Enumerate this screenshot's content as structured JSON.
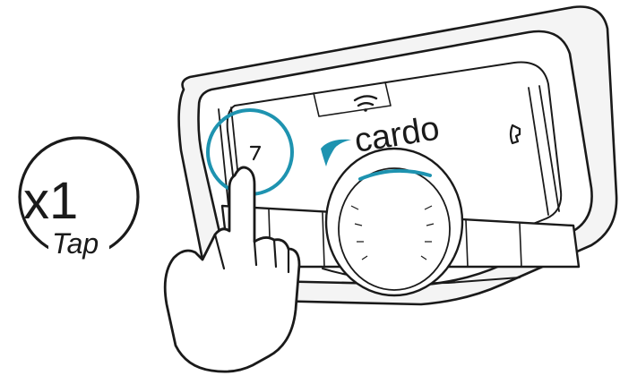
{
  "badge": {
    "count": "x1",
    "action": "Tap"
  },
  "device": {
    "brand": "cardo",
    "brand_icon": "cardo-swoosh-logo",
    "top_icon": "wifi-icon",
    "left_icon": "arrow-forward-icon",
    "right_icon": "phone-icon",
    "wheel_indicator": "led-arc-icon"
  },
  "highlight": {
    "target": "left-button",
    "action_icon": "pointing-hand-icon"
  },
  "colors": {
    "accent": "#1e93b0",
    "outline": "#1a1a1a",
    "background": "#ffffff"
  }
}
